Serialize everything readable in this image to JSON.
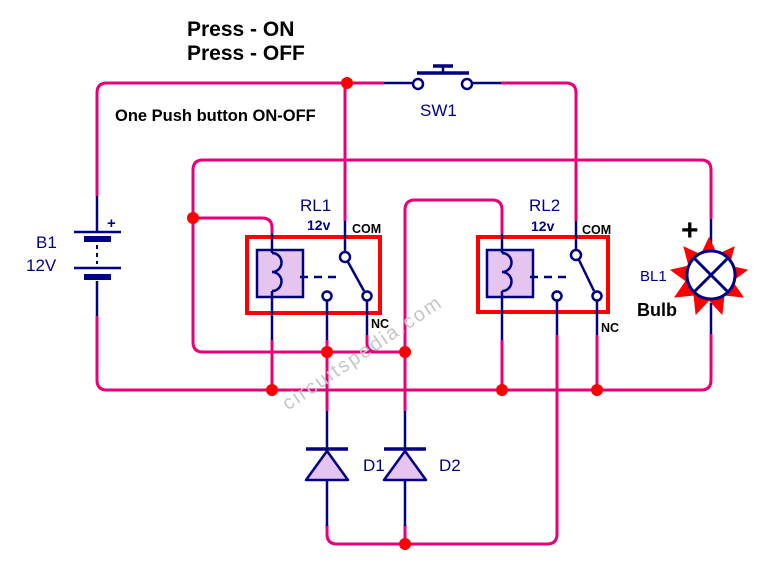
{
  "heading": {
    "line1": "Press - ON",
    "line2": "Press - OFF"
  },
  "caption": "One Push button ON-OFF",
  "watermark": "circuitspedia.com",
  "switch1": {
    "ref": "SW1"
  },
  "battery": {
    "ref": "B1",
    "voltage": "12V",
    "plus": "+"
  },
  "relay1": {
    "ref": "RL1",
    "coil_voltage": "12v",
    "com_label": "COM",
    "nc_label": "NC"
  },
  "relay2": {
    "ref": "RL2",
    "coil_voltage": "12v",
    "com_label": "COM",
    "nc_label": "NC"
  },
  "diode1": {
    "ref": "D1"
  },
  "diode2": {
    "ref": "D2"
  },
  "bulb": {
    "ref": "BL1",
    "label": "Bulb",
    "plus": "+"
  },
  "colors": {
    "wire": "#E80078",
    "component": "#000082",
    "accent": "#FF0000",
    "coil-fill": "#E5C5F0",
    "watermark-gray": "#C6C6C6",
    "text": "#000000",
    "background": "#FFFFFF"
  }
}
